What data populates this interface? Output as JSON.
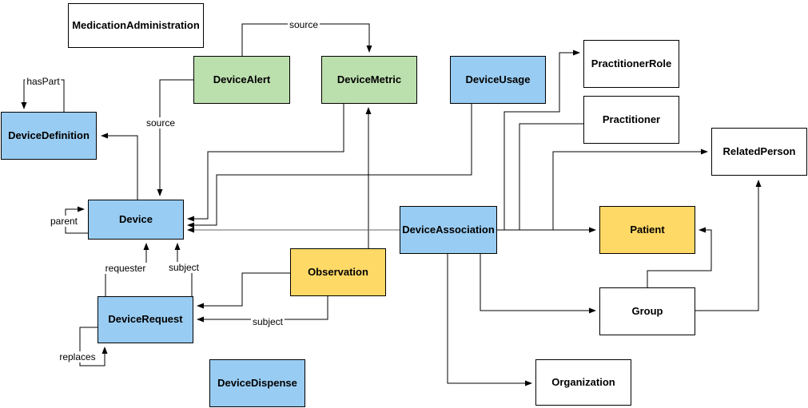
{
  "diagram": {
    "type": "resource-relationship-diagram",
    "nodes": [
      {
        "id": "medication-administration",
        "label": "MedicationAdministration",
        "color": "white"
      },
      {
        "id": "device-alert",
        "label": "DeviceAlert",
        "color": "green"
      },
      {
        "id": "device-metric",
        "label": "DeviceMetric",
        "color": "green"
      },
      {
        "id": "device-usage",
        "label": "DeviceUsage",
        "color": "blue"
      },
      {
        "id": "practitioner-role",
        "label": "PractitionerRole",
        "color": "white"
      },
      {
        "id": "practitioner",
        "label": "Practitioner",
        "color": "white"
      },
      {
        "id": "device-definition",
        "label": "DeviceDefinition",
        "color": "blue"
      },
      {
        "id": "related-person",
        "label": "RelatedPerson",
        "color": "white"
      },
      {
        "id": "device",
        "label": "Device",
        "color": "blue"
      },
      {
        "id": "device-association",
        "label": "DeviceAssociation",
        "color": "blue"
      },
      {
        "id": "patient",
        "label": "Patient",
        "color": "yellow"
      },
      {
        "id": "observation",
        "label": "Observation",
        "color": "yellow"
      },
      {
        "id": "device-request",
        "label": "DeviceRequest",
        "color": "blue"
      },
      {
        "id": "group",
        "label": "Group",
        "color": "white"
      },
      {
        "id": "device-dispense",
        "label": "DeviceDispense",
        "color": "blue"
      },
      {
        "id": "organization",
        "label": "Organization",
        "color": "white"
      }
    ],
    "edge_labels": [
      {
        "id": "haspart",
        "text": "hasPart"
      },
      {
        "id": "source-alert-device",
        "text": "source"
      },
      {
        "id": "source-alert-metric",
        "text": "source"
      },
      {
        "id": "parent",
        "text": "parent"
      },
      {
        "id": "requester",
        "text": "requester"
      },
      {
        "id": "subject-request-device",
        "text": "subject"
      },
      {
        "id": "subject-observation-request",
        "text": "subject"
      },
      {
        "id": "replaces",
        "text": "replaces"
      }
    ],
    "colors": {
      "node_blue": "#99ccf2",
      "node_green": "#bcdfae",
      "node_yellow": "#ffd966",
      "node_white": "#ffffff",
      "node_border": "#000000",
      "edge_line": "#000000",
      "edge_line_muted": "#666666"
    }
  }
}
